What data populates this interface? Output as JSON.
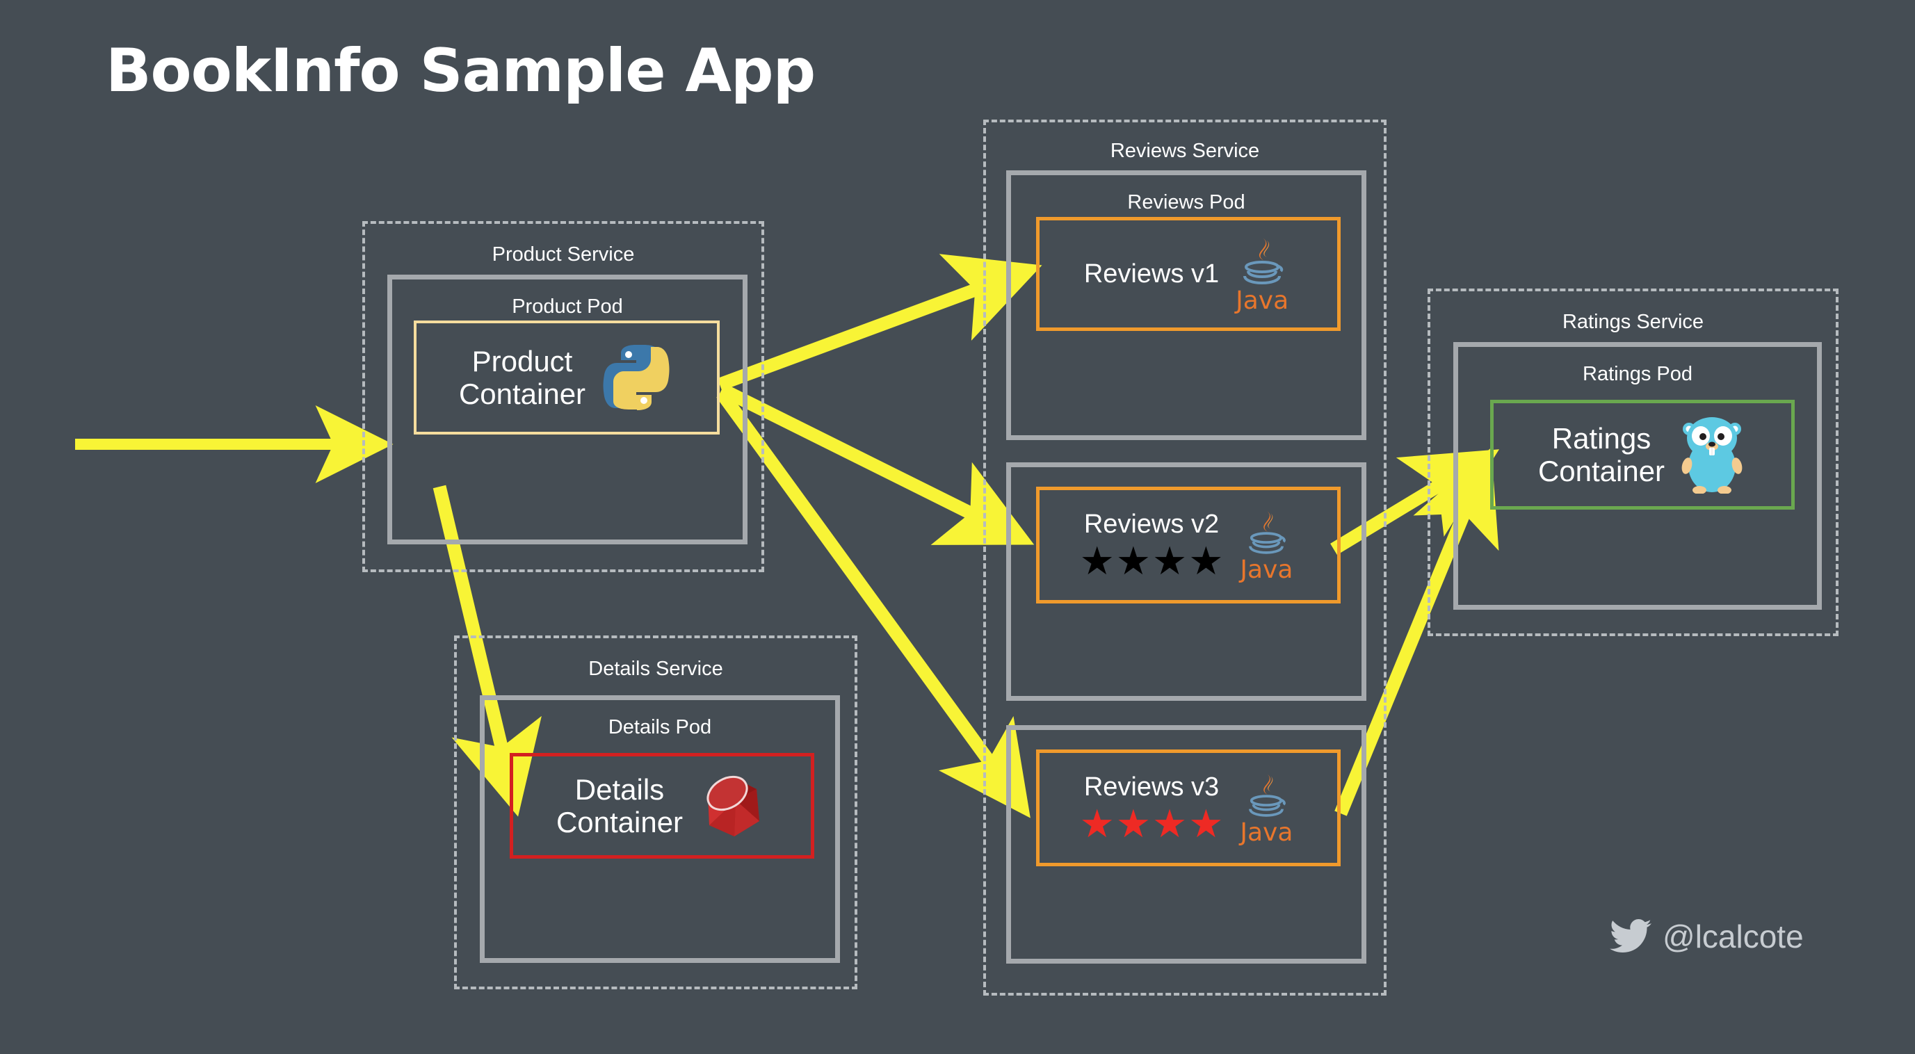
{
  "title": "BookInfo Sample App",
  "colors": {
    "background": "#454d54",
    "service_border": "#b6bbbf",
    "pod_border": "#a5a9ad",
    "arrow": "#f8f436",
    "product_container_border": "#f5dd9e",
    "reviews_container_border": "#f09a2c",
    "details_container_border": "#d32020",
    "ratings_container_border": "#6aa84f",
    "star_black": "#000000",
    "star_red": "#ee2a24",
    "java_orange": "#e8762c",
    "text": "#ffffff",
    "handle_text": "#c7ccd1"
  },
  "services": {
    "product": {
      "label": "Product Service",
      "pod_label": "Product Pod",
      "container": {
        "label": "Product\nContainer",
        "icon": "python-logo"
      }
    },
    "details": {
      "label": "Details Service",
      "pod_label": "Details Pod",
      "container": {
        "label": "Details\nContainer",
        "icon": "ruby-logo"
      }
    },
    "reviews": {
      "label": "Reviews Service",
      "pod_label": "Reviews Pod",
      "containers": [
        {
          "label": "Reviews v1",
          "icon": "java-logo",
          "java_word": "Java",
          "stars": 0,
          "star_color": "none"
        },
        {
          "label": "Reviews v2",
          "icon": "java-logo",
          "java_word": "Java",
          "stars": 4,
          "star_color": "black"
        },
        {
          "label": "Reviews v3",
          "icon": "java-logo",
          "java_word": "Java",
          "stars": 4,
          "star_color": "red"
        }
      ]
    },
    "ratings": {
      "label": "Ratings Service",
      "pod_label": "Ratings Pod",
      "container": {
        "label": "Ratings\nContainer",
        "icon": "go-gopher-logo"
      }
    }
  },
  "arrows": [
    {
      "name": "ingress-to-product",
      "from": "external",
      "to": "product-pod"
    },
    {
      "name": "product-to-reviews-v1",
      "from": "product-container",
      "to": "reviews-v1"
    },
    {
      "name": "product-to-reviews-v2",
      "from": "product-container",
      "to": "reviews-v2"
    },
    {
      "name": "product-to-reviews-v3",
      "from": "product-container",
      "to": "reviews-v3"
    },
    {
      "name": "product-to-details",
      "from": "product-pod",
      "to": "details-container"
    },
    {
      "name": "reviews-v2-to-ratings",
      "from": "reviews-v2",
      "to": "ratings-container"
    },
    {
      "name": "reviews-v3-to-ratings",
      "from": "reviews-v3",
      "to": "ratings-container"
    }
  ],
  "footer": {
    "icon": "twitter-bird-icon",
    "handle": "@lcalcote"
  }
}
